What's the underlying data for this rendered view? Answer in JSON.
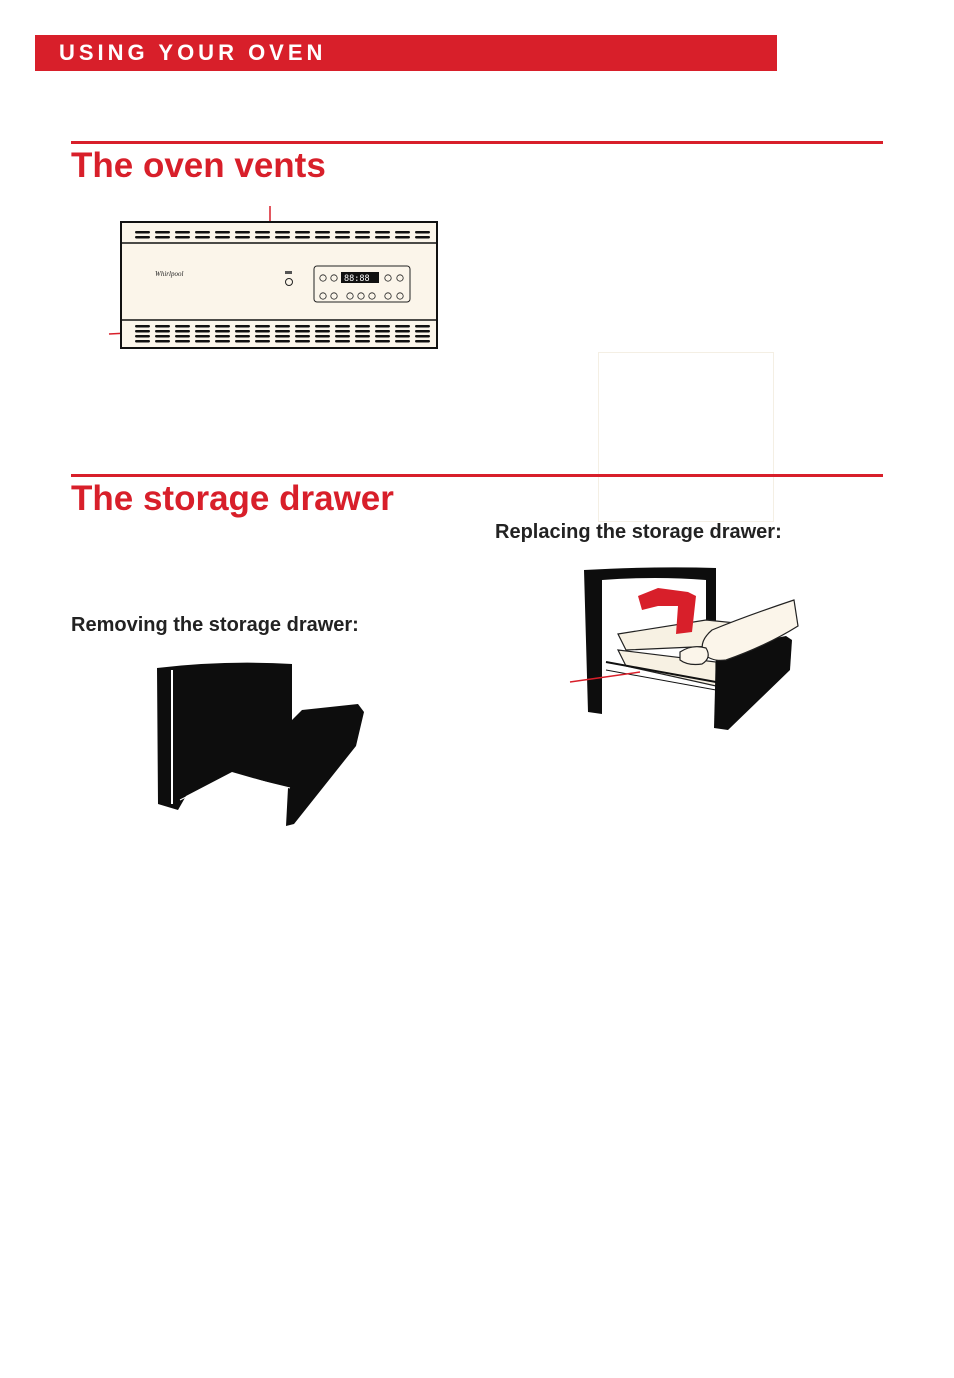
{
  "header": {
    "section": "USING YOUR OVEN"
  },
  "vents": {
    "title": "The oven vents",
    "display": "88:88",
    "brand_logo": "Whirlpool"
  },
  "drawer": {
    "title": "The storage drawer",
    "removing_label": "Removing the storage drawer:",
    "replacing_label": "Replacing the storage drawer:"
  },
  "colors": {
    "accent": "#d81f2a",
    "panel": "#fbf5ea"
  }
}
